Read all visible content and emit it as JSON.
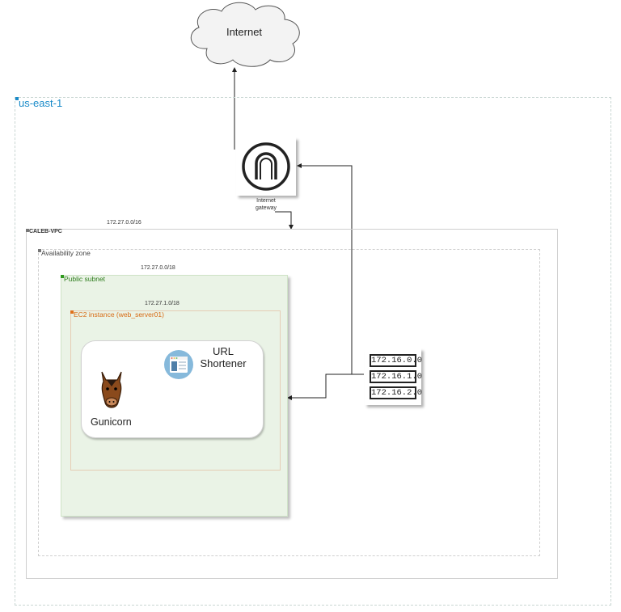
{
  "internet": {
    "label": "Internet"
  },
  "region": {
    "label": "us-east-1",
    "color": "#1a8bc9"
  },
  "igw": {
    "label_line1": "Internet",
    "label_line2": "gateway"
  },
  "vpc": {
    "cidr": "172.27.0.0/16",
    "label": "CALEB-VPC"
  },
  "az": {
    "label": "Availability zone",
    "cidr": "172.27.0.0/18"
  },
  "subnet": {
    "label": "Public subnet",
    "cidr": "172.27.1.0/18",
    "color": "#2f7d1e"
  },
  "ec2": {
    "label": "EC2 instance (web_server01)",
    "color": "#d86a13"
  },
  "app": {
    "gunicorn_label": "Gunicorn",
    "url_line1": "URL",
    "url_line2": "Shortener"
  },
  "routes": [
    "172.16.0.0",
    "172.16.1.0",
    "172.16.2.0"
  ]
}
